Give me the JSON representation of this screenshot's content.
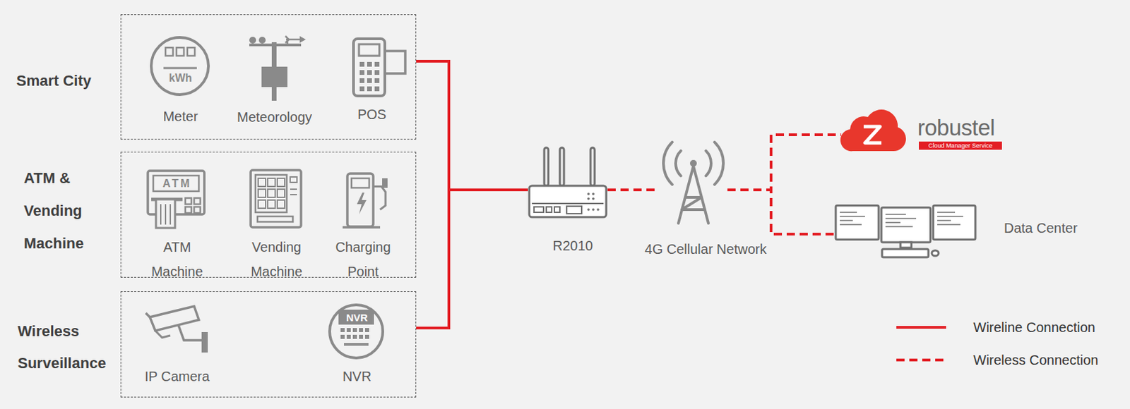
{
  "diagram": {
    "nodes": [
      {
        "text": [
          "Smart City"
        ]
      },
      {
        "text": [
          "kWh",
          "Meter"
        ],
        "in": 0
      },
      {
        "text": [
          "Meteorology"
        ],
        "in": 0
      },
      {
        "text": [
          "POS"
        ],
        "in": 0
      },
      {
        "text": [
          "ATM & Vending Machine"
        ]
      },
      {
        "text": [
          "ATM",
          "ATM Machine"
        ],
        "in": 4
      },
      {
        "text": [
          "Vending Machine"
        ],
        "in": 4
      },
      {
        "text": [
          "Charging Point"
        ],
        "in": 4
      },
      {
        "text": [
          "Wireless Surveillance"
        ]
      },
      {
        "text": [
          "IP Camera"
        ],
        "in": 8
      },
      {
        "text": [
          "NVR",
          "NVR"
        ],
        "in": 8
      },
      {
        "text": [
          "R2010"
        ]
      },
      {
        "text": [
          "4G Cellular Network"
        ]
      },
      {
        "text": [
          "robustel",
          "Cloud Manager Service"
        ]
      },
      {
        "text": [
          "Data Center"
        ]
      }
    ],
    "edges": [
      {
        "from": 0,
        "to": 11,
        "arrow": "none"
      },
      {
        "from": 8,
        "to": 11,
        "arrow": "none"
      },
      {
        "from": 11,
        "to": 12,
        "arrow": "none"
      },
      {
        "from": 12,
        "to": 13,
        "arrow": "none"
      },
      {
        "from": 12,
        "to": 14,
        "arrow": "none"
      }
    ],
    "legend": [
      {
        "text": "Wireline Connection"
      },
      {
        "text": "Wireless Connection"
      }
    ]
  }
}
